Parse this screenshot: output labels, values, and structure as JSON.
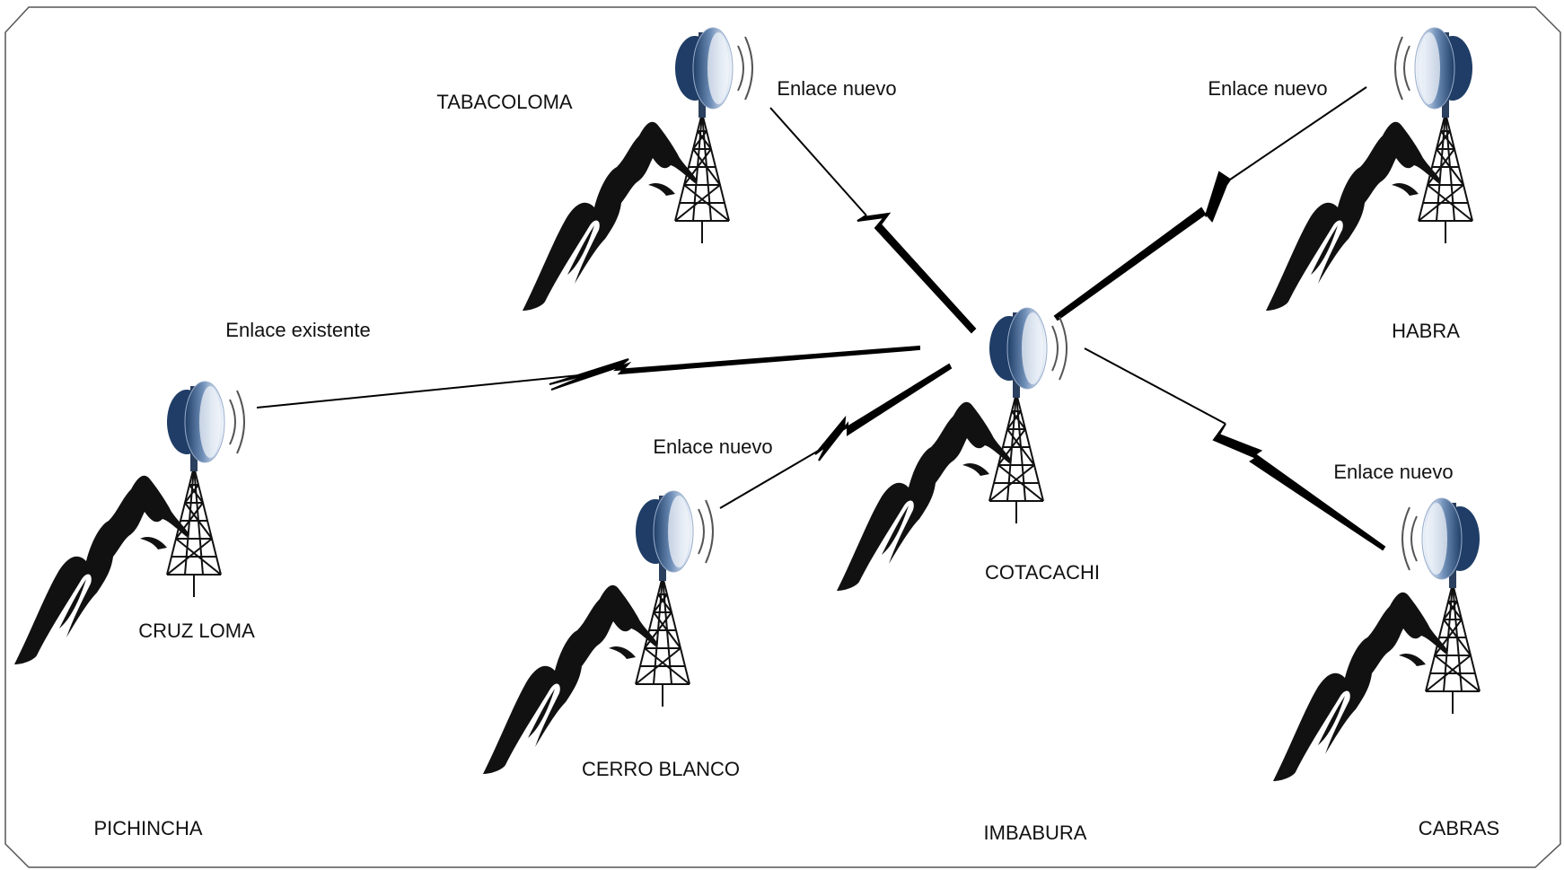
{
  "diagram": {
    "sites": {
      "tabacoloma": "TABACOLOMA",
      "habra": "HABRA",
      "cruz_loma": "CRUZ LOMA",
      "cotacachi": "COTACACHI",
      "cerro_blanco": "CERRO BLANCO",
      "cabras": "CABRAS"
    },
    "regions": {
      "pichincha": "PICHINCHA",
      "imbabura": "IMBABURA"
    },
    "links": {
      "tabacoloma": "Enlace nuevo",
      "habra": "Enlace nuevo",
      "cruz_loma": "Enlace existente",
      "cerro_blanco": "Enlace nuevo",
      "cabras": "Enlace nuevo"
    },
    "colors": {
      "frame": "#555555",
      "link": "#000000",
      "mountain": "#111111",
      "dish_dark": "#1f3d66",
      "dish_light": "#dfe8f4",
      "pole": "#2b3f5e"
    }
  }
}
